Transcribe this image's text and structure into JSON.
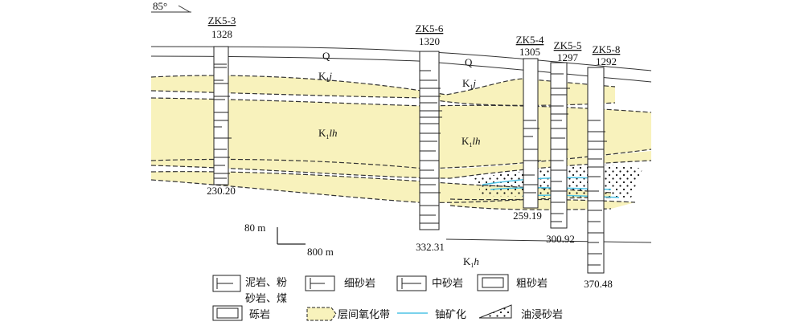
{
  "orientation": "85°",
  "boreholes": [
    {
      "id": "ZK5-3",
      "elevation": "1328",
      "depth": "230.20"
    },
    {
      "id": "ZK5-6",
      "elevation": "1320",
      "depth": "332.31"
    },
    {
      "id": "ZK5-4",
      "elevation": "1305",
      "depth": "259.19"
    },
    {
      "id": "ZK5-5",
      "elevation": "1297",
      "depth": "300.92"
    },
    {
      "id": "ZK5-8",
      "elevation": "1292",
      "depth": "370.48"
    }
  ],
  "strata": {
    "q1": "Q",
    "q2": "Q",
    "kj_main": "K",
    "kj_sub": "1",
    "kj_tail": "j",
    "klh_main": "K",
    "klh_sub": "1",
    "klh_tail": "lh",
    "kh_main": "K",
    "kh_sub": "1",
    "kh_tail": "h"
  },
  "scale": {
    "vertical": "80 m",
    "horizontal": "800 m"
  },
  "legend": {
    "mudstone_line1": "泥岩、粉",
    "mudstone_line2": "砂岩、煤",
    "fine_sandstone": "细砂岩",
    "medium_sandstone": "中砂岩",
    "coarse_sandstone": "粗砂岩",
    "conglomerate": "砾岩",
    "oxidation_zone": "层间氧化带",
    "uranium": "铀矿化",
    "oil_sandstone": "油浸砂岩"
  },
  "colors": {
    "oxidation": "#f8f2bc",
    "uranium": "#4fc3e6",
    "line": "#333333"
  }
}
